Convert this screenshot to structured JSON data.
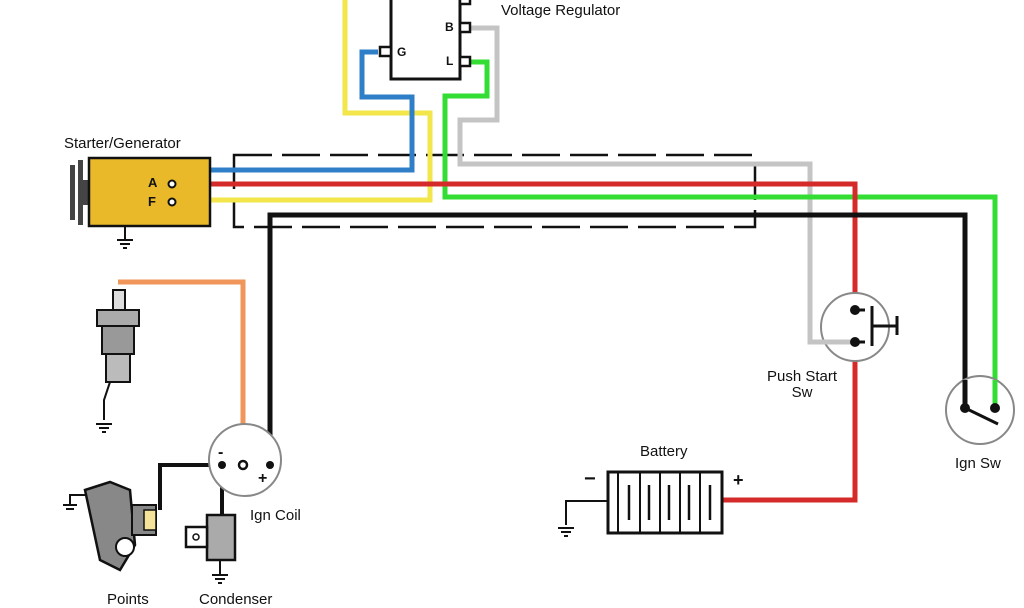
{
  "labels": {
    "voltage_regulator": "Voltage Regulator",
    "starter_generator": "Starter/Generator",
    "push_start_sw_line1": "Push Start",
    "push_start_sw_line2": "Sw",
    "ign_sw": "Ign Sw",
    "battery": "Battery",
    "ign_coil": "Ign Coil",
    "points": "Points",
    "condenser": "Condenser"
  },
  "terminals": {
    "regulator_b": "B",
    "regulator_l": "L",
    "regulator_g": "G",
    "generator_a": "A",
    "generator_f": "F",
    "battery_minus": "−",
    "battery_plus": "+",
    "coil_minus": "-",
    "coil_plus": "+"
  },
  "wire_colors": {
    "yellow": "#f2e64a",
    "blue": "#2f7fc8",
    "green": "#33dd33",
    "gray": "#c4c4c4",
    "red": "#d42a2a",
    "black": "#111111",
    "orange": "#f0965a"
  },
  "component_colors": {
    "generator_fill": "#e9b92a"
  }
}
